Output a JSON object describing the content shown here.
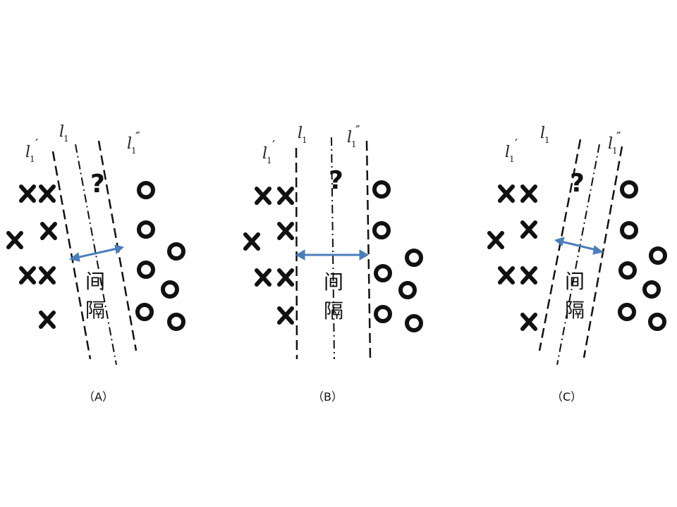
{
  "colors": {
    "marker": "#111111",
    "line": "#111111",
    "arrow": "#4a7ebb",
    "background": "#ffffff"
  },
  "line_labels": {
    "l1_main": "l",
    "l1_sub": "1",
    "prime": "′",
    "double_prime": "″"
  },
  "question_mark": "?",
  "gap_label": [
    "间",
    "隔"
  ],
  "panels": [
    {
      "id": "A",
      "caption": "（A）"
    },
    {
      "id": "B",
      "caption": "（B）"
    },
    {
      "id": "C",
      "caption": "（C）"
    }
  ],
  "markers": {
    "x_symbol": "x-mark",
    "o_symbol": "o-mark"
  }
}
